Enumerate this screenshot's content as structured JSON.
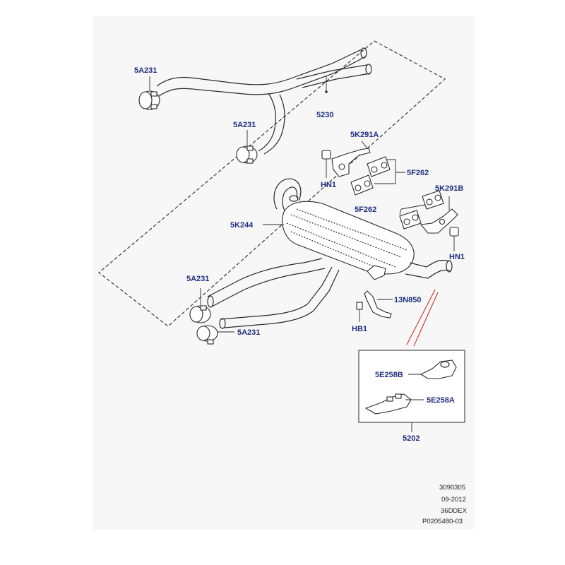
{
  "labels": {
    "clamp_top": "5A231",
    "clamp_mid": "5A231",
    "pipe_front": "5230",
    "hanger_left": "5K291A",
    "nut_left": "HN1",
    "insulator_upper": "5F262",
    "silencer": "5K244",
    "hanger_right": "5K291B",
    "insulator_lower": "5F262",
    "nut_right": "HN1",
    "clamp_rear_upper": "5A231",
    "clamp_rear_lower": "5A231",
    "sensor_bracket": "13N850",
    "bolt": "HB1",
    "tip_b": "5E258B",
    "tip_a": "5E258A",
    "tailpipe_assembly": "5202"
  },
  "footer": {
    "drawing_number": "3090305",
    "date": "09-2012",
    "model_code": "36DDEX",
    "part_number": "P0205480-03"
  },
  "colors": {
    "label": "#1f2e80",
    "lines": "#2a2a2a",
    "callout_line": "#cc2222",
    "sheet_background": "#f7f7f7"
  }
}
